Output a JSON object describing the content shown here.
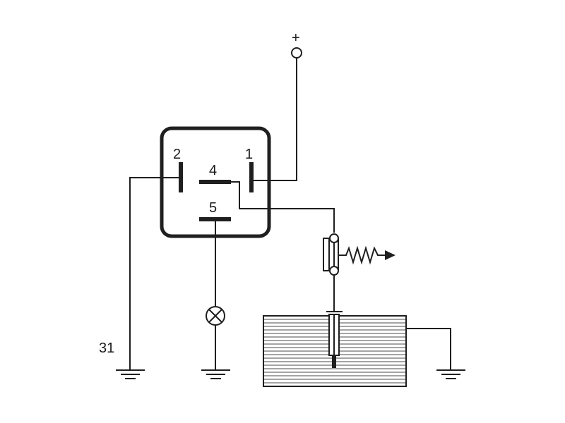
{
  "relay": {
    "pin_1": "1",
    "pin_2": "2",
    "pin_4": "4",
    "pin_5": "5"
  },
  "supply_label": "+",
  "ground_label": "31",
  "icons": [
    "relay-icon",
    "lamp-icon",
    "pressure-switch-icon",
    "spring-icon",
    "arrow-icon",
    "tank-icon",
    "ground-icon"
  ]
}
